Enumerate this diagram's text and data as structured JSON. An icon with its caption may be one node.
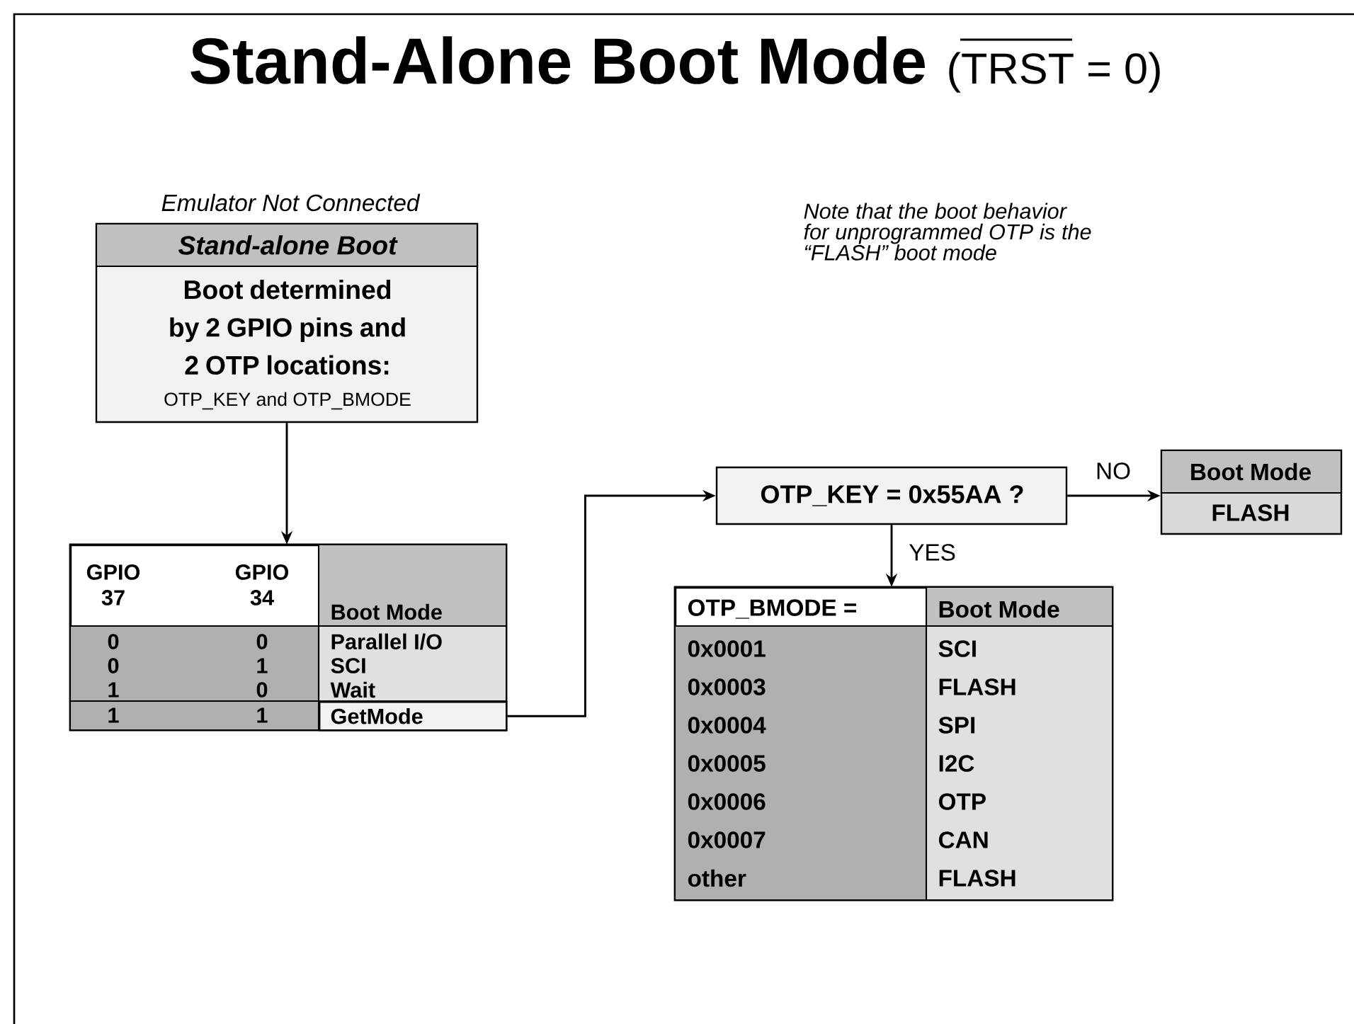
{
  "diagram": {
    "title": "Stand-Alone Boot Mode",
    "nodes": [
      {
        "text": [
          "Stand-alone Boot",
          "Boot determined by 2 GPIO pins and 2 OTP locations:",
          "OTP_KEY and OTP_BMODE"
        ],
        "beside": [
          "Emulator Not Connected"
        ]
      },
      {
        "text": [
          "GPIO 37",
          "GPIO 34",
          "Boot Mode",
          "0",
          "0",
          "Parallel I/O",
          "0",
          "1",
          "SCI",
          "1",
          "0",
          "Wait",
          "1",
          "1"
        ]
      },
      {
        "text": [
          "GetMode"
        ],
        "in": 1
      },
      {
        "text": [
          "OTP_KEY = 0x55AA ?"
        ]
      },
      {
        "text": [
          "Boot Mode",
          "FLASH"
        ]
      },
      {
        "text": [
          "OTP_BMODE =",
          "Boot Mode",
          "0x0001",
          "SCI",
          "0x0003",
          "FLASH",
          "0x0004",
          "SPI",
          "0x0005",
          "I2C",
          "0x0006",
          "OTP",
          "0x0007",
          "CAN",
          "other",
          "FLASH"
        ]
      }
    ],
    "edges": [
      {
        "from": 0,
        "to": 1,
        "arrow": "to"
      },
      {
        "from": 2,
        "to": 3,
        "arrow": "to"
      },
      {
        "from": 3,
        "to": 4,
        "arrow": "to",
        "label": "NO"
      },
      {
        "from": 3,
        "to": 5,
        "arrow": "to",
        "label": "YES"
      }
    ],
    "labels": [
      "(TRST = 0)",
      "Note that the boot behavior for unprogrammed OTP is the “FLASH” boot mode"
    ]
  }
}
